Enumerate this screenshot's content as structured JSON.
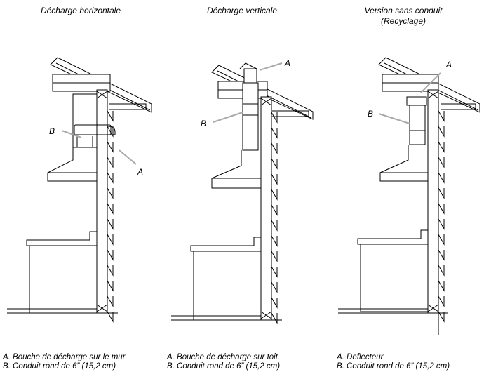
{
  "titles": {
    "horizontal": "Décharge horizontale",
    "vertical": "Décharge verticale",
    "ductless": "Version sans conduit\n(Recyclage)"
  },
  "callouts": {
    "a": "A",
    "b": "B"
  },
  "captions": {
    "horizontal": {
      "a": "A. Bouche de décharge sur le mur",
      "b": "B. Conduit rond de 6” (15,2 cm)"
    },
    "vertical": {
      "a": "A. Bouche de décharge sur toit",
      "b": "B. Conduit rond de 6” (15,2 cm)"
    },
    "ductless": {
      "a": "A. Deflecteur",
      "b": "B. Conduit rond de 6” (15,2 cm)"
    }
  }
}
